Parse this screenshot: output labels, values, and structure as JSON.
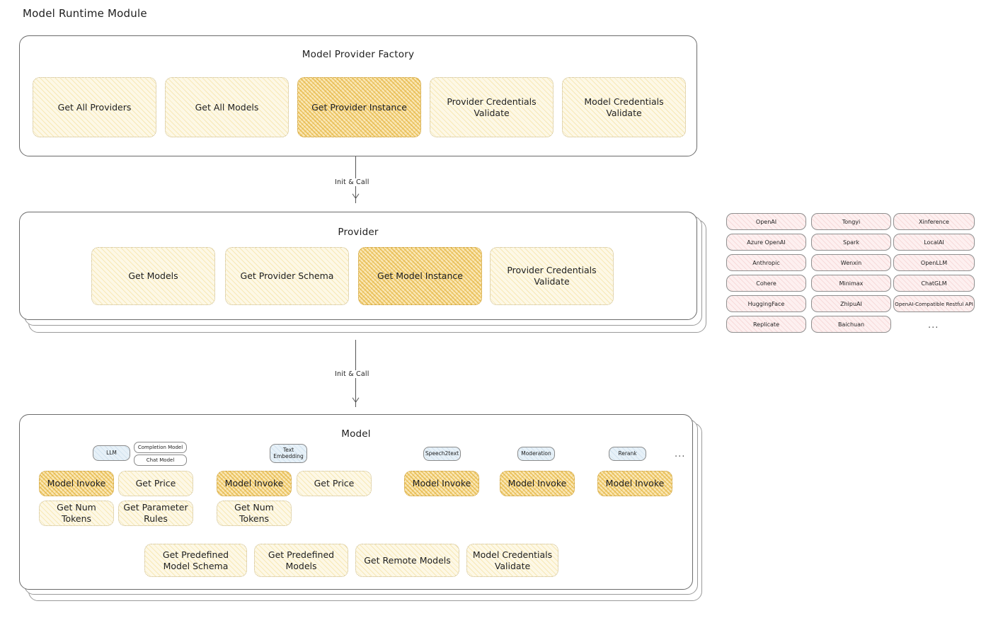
{
  "page": {
    "title": "Model Runtime Module"
  },
  "colors": {
    "amber_fill": "#fae7b5",
    "cream_fill": "#fdf8e6",
    "pink_fill": "#fdf0f0",
    "blue_fill": "#e7f1f8",
    "stroke": "#6b6b6b",
    "text": "#1e1e1e"
  },
  "arrows": [
    {
      "label": "Init & Call"
    },
    {
      "label": "Init & Call"
    }
  ],
  "factory": {
    "title": "Model Provider Factory",
    "nodes": [
      {
        "label": "Get All Providers",
        "highlight": false
      },
      {
        "label": "Get All Models",
        "highlight": false
      },
      {
        "label": "Get Provider Instance",
        "highlight": true
      },
      {
        "label": "Provider Credentials Validate",
        "highlight": false
      },
      {
        "label": "Model Credentials Validate",
        "highlight": false
      }
    ]
  },
  "provider": {
    "title": "Provider",
    "nodes": [
      {
        "label": "Get Models",
        "highlight": false
      },
      {
        "label": "Get Provider Schema",
        "highlight": false
      },
      {
        "label": "Get Model Instance",
        "highlight": true
      },
      {
        "label": "Provider Credentials Validate",
        "highlight": false
      }
    ]
  },
  "provider_list": {
    "columns": [
      [
        "OpenAI",
        "Azure OpenAI",
        "Anthropic",
        "Cohere",
        "HuggingFace",
        "Replicate"
      ],
      [
        "Tongyi",
        "Spark",
        "Wenxin",
        "Minimax",
        "ZhipuAI",
        "Baichuan"
      ],
      [
        "Xinference",
        "LocalAI",
        "OpenLLM",
        "ChatGLM",
        "OpenAI-Compatible Restful API"
      ]
    ],
    "more": "..."
  },
  "model": {
    "title": "Model",
    "more": "...",
    "types": [
      {
        "badge": "LLM",
        "subtypes": [
          "Completion Model",
          "Chat Model"
        ],
        "methods": [
          {
            "label": "Model Invoke",
            "highlight": true
          },
          {
            "label": "Get Price",
            "highlight": false
          },
          {
            "label": "Get Num Tokens",
            "highlight": false
          },
          {
            "label": "Get Parameter Rules",
            "highlight": false
          }
        ]
      },
      {
        "badge": "Text Embedding",
        "subtypes": [],
        "methods": [
          {
            "label": "Model Invoke",
            "highlight": true
          },
          {
            "label": "Get Price",
            "highlight": false
          },
          {
            "label": "Get Num Tokens",
            "highlight": false
          }
        ]
      },
      {
        "badge": "Speech2text",
        "subtypes": [],
        "methods": [
          {
            "label": "Model Invoke",
            "highlight": true
          }
        ]
      },
      {
        "badge": "Moderation",
        "subtypes": [],
        "methods": [
          {
            "label": "Model Invoke",
            "highlight": true
          }
        ]
      },
      {
        "badge": "Rerank",
        "subtypes": [],
        "methods": [
          {
            "label": "Model Invoke",
            "highlight": true
          }
        ]
      }
    ],
    "common_methods": [
      {
        "label": "Get Predefined Model Schema"
      },
      {
        "label": "Get Predefined Models"
      },
      {
        "label": "Get Remote Models"
      },
      {
        "label": "Model Credentials Validate"
      }
    ]
  }
}
